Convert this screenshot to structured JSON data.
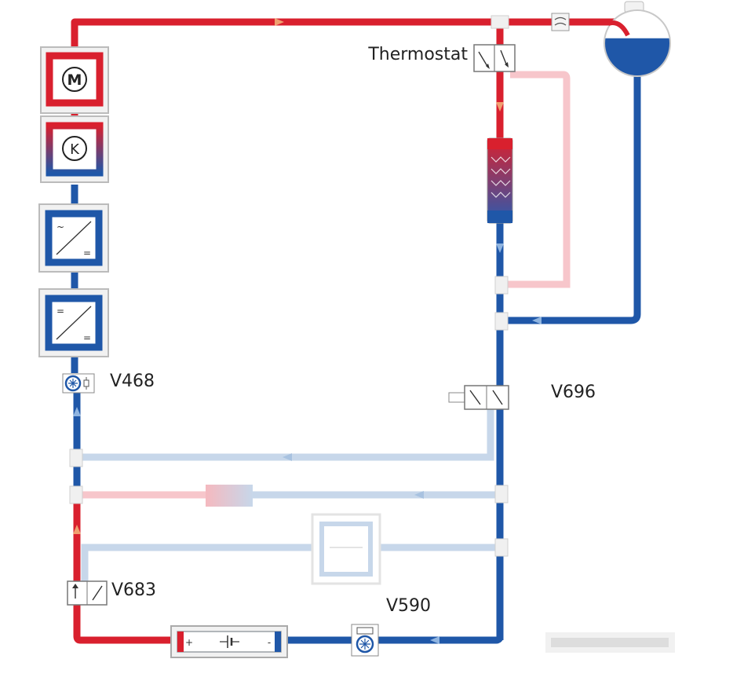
{
  "labels": {
    "thermostat": "Thermostat",
    "v468": "V468",
    "v696": "V696",
    "v683": "V683",
    "v590": "V590"
  },
  "symbols": {
    "motor": "M",
    "compressor": "K",
    "ac": "~",
    "dc": "=",
    "plus": "+",
    "minus": "-"
  },
  "icons": [
    "motor-icon",
    "compressor-icon",
    "inverter-icon",
    "dc-converter-icon",
    "pump-icon",
    "valve-icon",
    "heat-exchanger-icon",
    "battery-icon",
    "expansion-tank-icon"
  ],
  "colors": {
    "hot": "#d9202e",
    "cold": "#1f57a8",
    "hot_faded": "#f7c6cb",
    "cold_faded": "#c7d7ea",
    "component_frame": "#c8c8c8"
  }
}
